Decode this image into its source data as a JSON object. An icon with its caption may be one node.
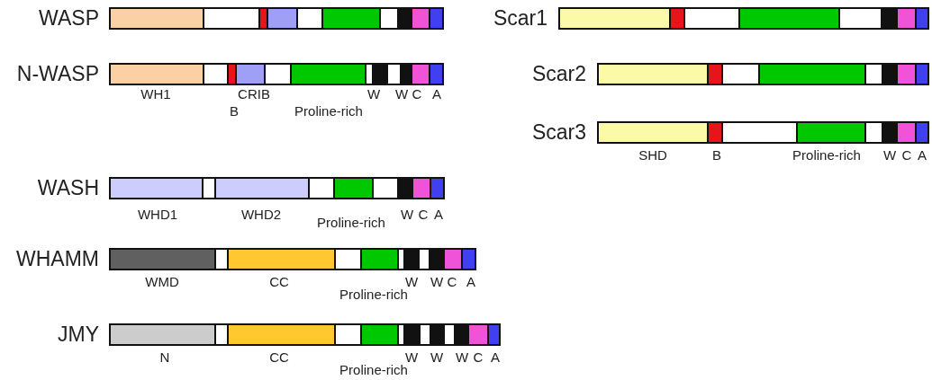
{
  "diagram": {
    "nodes": [
      {
        "text": [
          "WASP"
        ]
      },
      {
        "text": [
          "Scar1"
        ]
      },
      {
        "text": [
          "N-WASP"
        ],
        "beside": [
          "WH1",
          "CRIB",
          "B",
          "Proline-rich",
          "W",
          "W",
          "C",
          "A"
        ]
      },
      {
        "text": [
          "Scar2"
        ]
      },
      {
        "text": [
          "Scar3"
        ],
        "beside": [
          "SHD",
          "B",
          "Proline-rich",
          "W",
          "C",
          "A"
        ]
      },
      {
        "text": [
          "WASH"
        ],
        "beside": [
          "WHD1",
          "WHD2",
          "Proline-rich",
          "W",
          "C",
          "A"
        ]
      },
      {
        "text": [
          "WHAMM"
        ],
        "beside": [
          "WMD",
          "CC",
          "W",
          "W",
          "C",
          "A",
          "Proline-rich"
        ]
      },
      {
        "text": [
          "JMY"
        ],
        "beside": [
          "N",
          "CC",
          "W",
          "W",
          "W",
          "C",
          "A",
          "Proline-rich"
        ]
      }
    ]
  }
}
